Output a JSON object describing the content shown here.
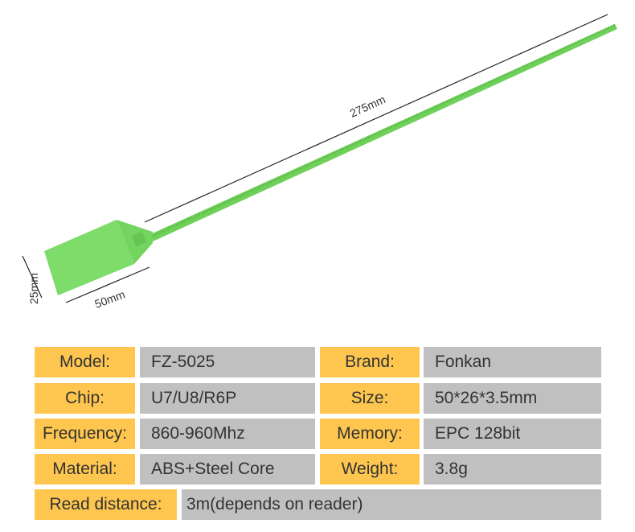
{
  "dimensions": {
    "length": "275mm",
    "width": "50mm",
    "height": "25mm"
  },
  "colors": {
    "tag": "#7ddc6a",
    "label_bg": "#fec64f",
    "value_bg": "#c0c0c0"
  },
  "specs": [
    {
      "label": "Model:",
      "value": "FZ-5025"
    },
    {
      "label": "Brand:",
      "value": "Fonkan"
    },
    {
      "label": "Chip:",
      "value": "U7/U8/R6P"
    },
    {
      "label": "Size:",
      "value": "50*26*3.5mm"
    },
    {
      "label": "Frequency:",
      "value": "860-960Mhz"
    },
    {
      "label": "Memory:",
      "value": "EPC 128bit"
    },
    {
      "label": "Material:",
      "value": "ABS+Steel Core"
    },
    {
      "label": "Weight:",
      "value": "3.8g"
    }
  ],
  "read_distance": {
    "label": "Read distance:",
    "value": "3m(depends on reader)"
  }
}
